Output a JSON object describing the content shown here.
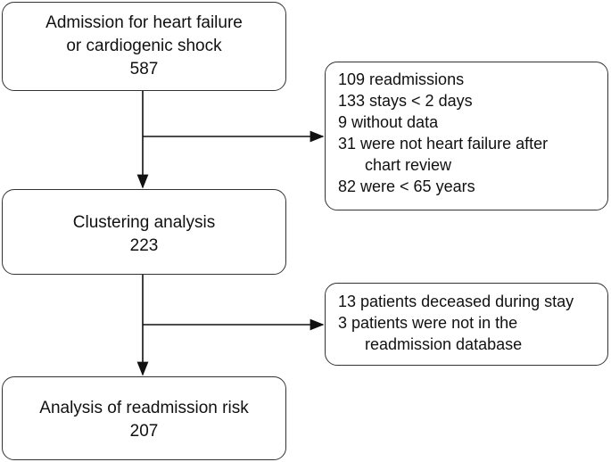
{
  "main_boxes": [
    {
      "lines": [
        "Admission for heart failure",
        "or cardiogenic shock",
        "587"
      ]
    },
    {
      "lines": [
        "Clustering analysis",
        "223"
      ]
    },
    {
      "lines": [
        "Analysis of readmission risk",
        "207"
      ]
    }
  ],
  "side_boxes": [
    {
      "lines": [
        "109 readmissions",
        "133 stays < 2 days",
        "9 without data",
        "31 were not heart failure after",
        "chart review",
        "82 were < 65 years"
      ]
    },
    {
      "lines": [
        "13 patients deceased during stay",
        "3 patients were not in the",
        "readmission database"
      ]
    }
  ],
  "colors": {
    "line": "#111111",
    "border": "#333333"
  }
}
